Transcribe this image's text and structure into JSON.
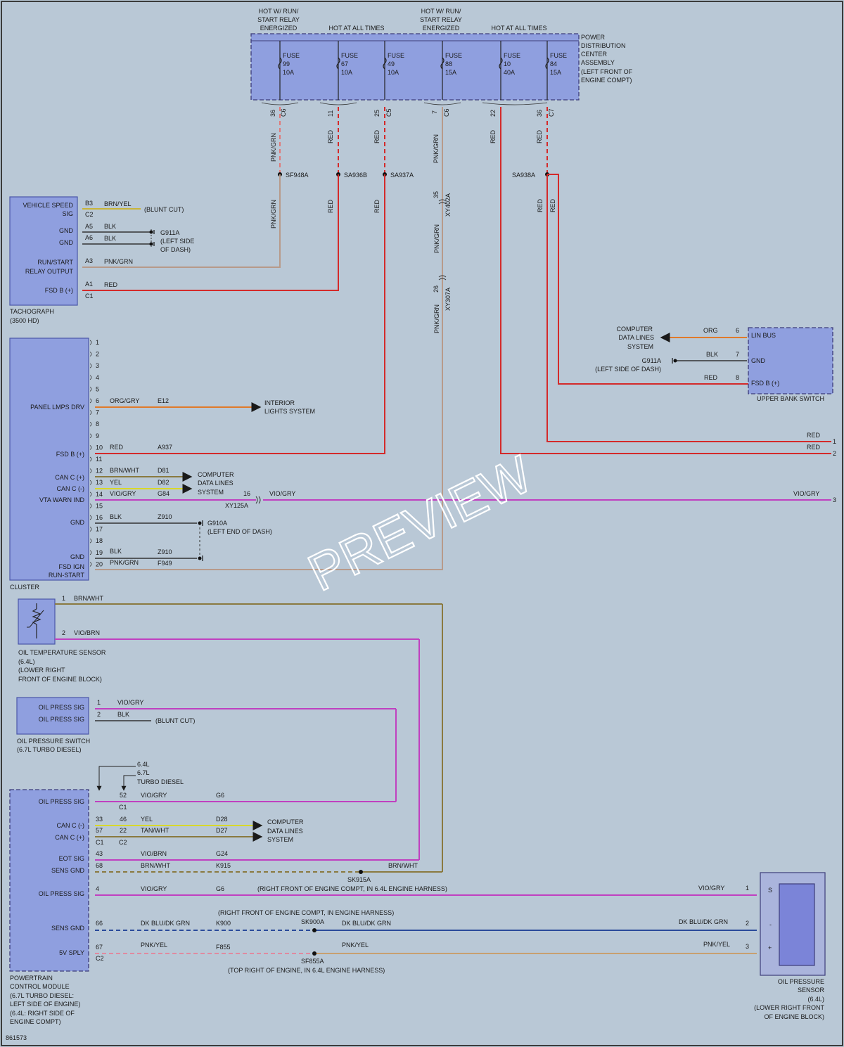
{
  "figure_number": "861573",
  "watermark": "PREVIEW",
  "colors": {
    "background": "#b9c8d6",
    "component_fill": "#8f9fdf",
    "wire_red": "#d42a2a",
    "wire_pnk_grn": "#b79a8a",
    "wire_vio": "#c040c0",
    "wire_org": "#e07a2a",
    "wire_yel": "#d8d82a",
    "wire_blk": "#333333",
    "wire_brn": "#8a7a40",
    "wire_dkblu": "#2a4a9a"
  },
  "pdc": {
    "labels": {
      "hot_run_1": [
        "HOT W/ RUN/",
        "START RELAY",
        "ENERGIZED"
      ],
      "hot_all_1": "HOT AT ALL TIMES",
      "hot_run_2": [
        "HOT W/ RUN/",
        "START RELAY",
        "ENERGIZED"
      ],
      "hot_all_2": "HOT AT ALL TIMES"
    },
    "name": [
      "POWER",
      "DISTRIBUTION",
      "CENTER",
      "ASSEMBLY",
      "(LEFT FRONT OF",
      "ENGINE COMPT)"
    ],
    "fuses": [
      {
        "name": "FUSE",
        "num": "99",
        "amp": "10A"
      },
      {
        "name": "FUSE",
        "num": "67",
        "amp": "10A"
      },
      {
        "name": "FUSE",
        "num": "49",
        "amp": "10A"
      },
      {
        "name": "FUSE",
        "num": "88",
        "amp": "15A"
      },
      {
        "name": "FUSE",
        "num": "10",
        "amp": "40A"
      },
      {
        "name": "FUSE",
        "num": "84",
        "amp": "15A"
      }
    ],
    "pins": [
      {
        "pin": "36",
        "conn": "C6"
      },
      {
        "pin": "11",
        "conn": ""
      },
      {
        "pin": "25",
        "conn": "C5"
      },
      {
        "pin": "7",
        "conn": "C6"
      },
      {
        "pin": "22",
        "conn": ""
      },
      {
        "pin": "36",
        "conn": "C7"
      }
    ],
    "wire_colors": [
      "PNK/GRN",
      "RED",
      "RED",
      "PNK/GRN",
      "RED",
      "RED"
    ]
  },
  "splices": {
    "sf948a": "SF948A",
    "sa936b": "SA936B",
    "sa937a": "SA937A",
    "sa938a": "SA938A",
    "sk915a": "SK915A",
    "sk900a": "SK900A",
    "sf855a": "SF855A"
  },
  "lower_wire_labels": {
    "pnk_grn_1": "PNK/GRN",
    "red_1": "RED",
    "red_2": "RED",
    "pnk_grn_2": "PNK/GRN",
    "pnk_grn_3": "PNK/GRN",
    "red_3": "RED",
    "red_4": "RED",
    "xy402a_pin": "35",
    "xy402a": "XY402A",
    "xy307a_pin": "26",
    "xy307a": "XY307A"
  },
  "tachograph": {
    "name": [
      "TACHOGRAPH",
      "(3500 HD)"
    ],
    "terms": [
      "VEHICLE SPEED",
      "SIG",
      "GND",
      "GND",
      "RUN/START",
      "RELAY OUTPUT",
      "FSD B (+)"
    ],
    "pins": [
      "B3",
      "C2",
      "A5",
      "A6",
      "A3",
      "A1",
      "C1"
    ],
    "wires": [
      "BRN/YEL",
      "BLK",
      "BLK",
      "PNK/GRN",
      "RED"
    ],
    "blunt_cut": "(BLUNT CUT)",
    "ground": [
      "G911A",
      "(LEFT SIDE",
      "OF DASH)"
    ]
  },
  "cluster": {
    "name": "CLUSTER",
    "pin_numbers": [
      "1",
      "2",
      "3",
      "4",
      "5",
      "6",
      "7",
      "8",
      "9",
      "10",
      "11",
      "12",
      "13",
      "14",
      "15",
      "16",
      "17",
      "18",
      "19",
      "20"
    ],
    "terms": [
      "PANEL LMPS DRV",
      "FSD B (+)",
      "CAN C (+)",
      "CAN C (-)",
      "VTA WARN IND",
      "GND",
      "GND",
      "FSD IGN",
      "RUN-START"
    ],
    "wires": [
      {
        "color": "ORG/GRY",
        "circuit": "E12"
      },
      {
        "color": "RED",
        "circuit": "A937"
      },
      {
        "color": "BRN/WHT",
        "circuit": "D81"
      },
      {
        "color": "YEL",
        "circuit": "D82"
      },
      {
        "color": "VIO/GRY",
        "circuit": "G84"
      },
      {
        "color": "BLK",
        "circuit": "Z910"
      },
      {
        "color": "BLK",
        "circuit": "Z910"
      },
      {
        "color": "PNK/GRN",
        "circuit": "F949"
      }
    ],
    "interior_lights": [
      "INTERIOR",
      "LIGHTS SYSTEM"
    ],
    "computer_data": [
      "COMPUTER",
      "DATA LINES",
      "SYSTEM"
    ],
    "inline_pin": "16",
    "inline_conn": "XY125A",
    "vio_gry_1": "VIO/GRY",
    "vio_gry_2": "VIO/GRY",
    "ground": [
      "G910A",
      "(LEFT END OF DASH)"
    ]
  },
  "right_side": {
    "red_1": "RED",
    "red_2": "RED",
    "num_1": "1",
    "num_2": "2",
    "num_3": "3"
  },
  "upper_bank_switch": {
    "name": "UPPER BANK SWITCH",
    "terms": [
      "LIN BUS",
      "GND",
      "FSD B (+)"
    ],
    "pins": [
      "6",
      "7",
      "8"
    ],
    "wires": [
      "ORG",
      "BLK",
      "RED"
    ],
    "computer_data": [
      "COMPUTER",
      "DATA LINES",
      "SYSTEM"
    ],
    "ground": [
      "G911A",
      "(LEFT SIDE OF DASH)"
    ]
  },
  "oil_temp_sensor": {
    "name": [
      "OIL TEMPERATURE SENSOR",
      "(6.4L)",
      "(LOWER RIGHT",
      "FRONT OF ENGINE BLOCK)"
    ],
    "pins": [
      "1",
      "2"
    ],
    "wires": [
      "BRN/WHT",
      "VIO/BRN"
    ]
  },
  "oil_press_switch": {
    "name": [
      "OIL PRESSURE SWITCH",
      "(6.7L TURBO DIESEL)"
    ],
    "terms": [
      "OIL PRESS SIG",
      "OIL PRESS SIG"
    ],
    "pins": [
      "1",
      "2"
    ],
    "wires": [
      "VIO/GRY",
      "BLK"
    ],
    "blunt_cut": "(BLUNT CUT)"
  },
  "pcm": {
    "name": [
      "POWERTRAIN",
      "CONTROL MODULE",
      "(6.7L TURBO DIESEL:",
      "LEFT SIDE OF ENGINE)",
      "(6.4L: RIGHT SIDE OF",
      "ENGINE COMPT)"
    ],
    "engine_opts": [
      "6.4L",
      "6.7L",
      "TURBO DIESEL"
    ],
    "terms": [
      "OIL PRESS SIG",
      "CAN C (-)",
      "CAN C (+)",
      "EOT SIG",
      "SENS GND",
      "OIL PRESS SIG",
      "SENS GND",
      "5V SPLY"
    ],
    "pins_a": [
      "52",
      "33",
      "57",
      "43",
      "68",
      "4",
      "66",
      "67"
    ],
    "pins_b": [
      "46",
      "22"
    ],
    "conns": [
      "C1",
      "C1",
      "C2",
      "C2"
    ],
    "wires": [
      {
        "color": "VIO/GRY",
        "circuit": "G6"
      },
      {
        "color": "YEL",
        "circuit": "D28"
      },
      {
        "color": "TAN/WHT",
        "circuit": "D27"
      },
      {
        "color": "VIO/BRN",
        "circuit": "G24"
      },
      {
        "color": "BRN/WHT",
        "circuit": "K915"
      },
      {
        "color": "VIO/GRY",
        "circuit": "G6"
      },
      {
        "color": "DK BLU/DK GRN",
        "circuit": "K900"
      },
      {
        "color": "PNK/YEL",
        "circuit": "F855"
      }
    ],
    "computer_data": [
      "COMPUTER",
      "DATA LINES",
      "SYSTEM"
    ],
    "brn_wht_right": "BRN/WHT",
    "sk915a_note": "(RIGHT FRONT OF ENGINE COMPT, IN 6.4L ENGINE HARNESS)",
    "sk900a_note": "(RIGHT FRONT OF ENGINE COMPT, IN ENGINE HARNESS)",
    "sf855a_note": "(TOP RIGHT OF ENGINE, IN 6.4L ENGINE HARNESS)",
    "dkblu_mid": "DK BLU/DK GRN",
    "pnkyel_mid": "PNK/YEL"
  },
  "oil_press_sensor": {
    "name": [
      "OIL PRESSURE",
      "SENSOR",
      "(6.4L)",
      "(LOWER RIGHT FRONT",
      "OF ENGINE BLOCK)"
    ],
    "terms": [
      "S",
      "-",
      "+"
    ],
    "pins": [
      "1",
      "2",
      "3"
    ],
    "wires": [
      "VIO/GRY",
      "DK BLU/DK GRN",
      "PNK/YEL"
    ]
  }
}
